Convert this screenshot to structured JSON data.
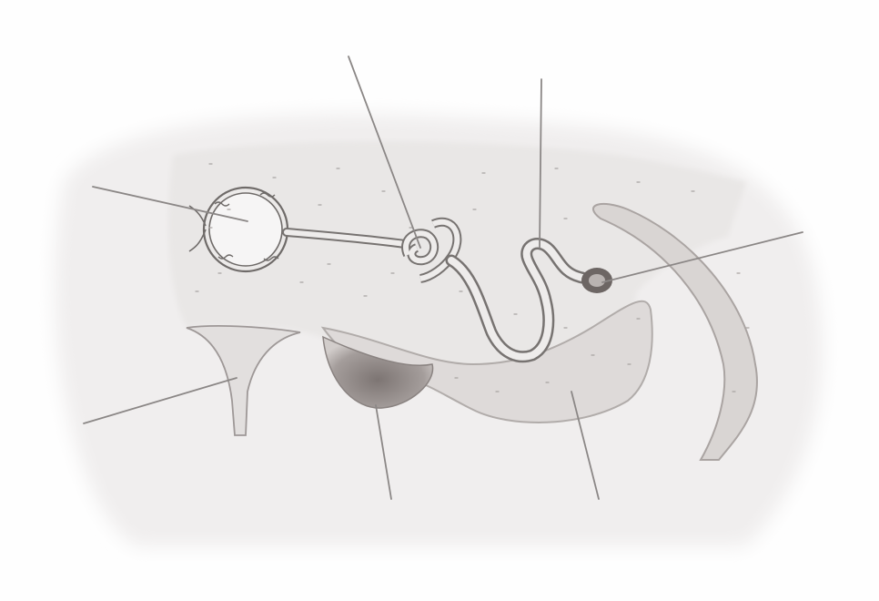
{
  "diagram": {
    "colors": {
      "paper": "#fefefe",
      "tissue_fill": "#e4e2e1",
      "tissue_edge": "#b8b4b2",
      "tubule_fill": "#eeeceb",
      "tubule_stroke": "#777371",
      "glomerulus_stroke": "#6f6b69",
      "dark_mass": "#8e8785",
      "leader_line": "#8b8786",
      "nucleus_dot": "#a9a4a2"
    },
    "structures": [
      {
        "id": "glomerulus",
        "icon": "circle-capsule-icon"
      },
      {
        "id": "coiled-tubule",
        "icon": "coil-icon"
      },
      {
        "id": "loop-tubule",
        "icon": "loop-icon"
      },
      {
        "id": "duct-opening",
        "icon": "ring-icon"
      },
      {
        "id": "stalk",
        "icon": "stalk-icon"
      },
      {
        "id": "dark-mass",
        "icon": "blob-icon"
      },
      {
        "id": "lower-body",
        "icon": "body-icon"
      }
    ],
    "leader_count": 7
  }
}
